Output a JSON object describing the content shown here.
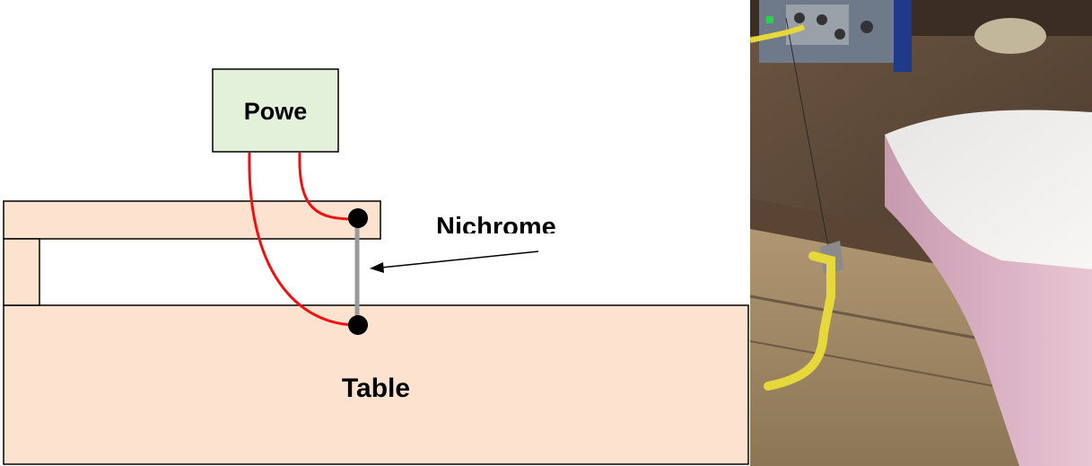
{
  "diagram": {
    "power_label": "Powe",
    "nichrome_label": "Nichrome",
    "table_label": "Table",
    "colors": {
      "wood": "#fde3cf",
      "power_box": "#e3f1da",
      "lead_wire": "#ee1111",
      "nichrome_wire": "#9a9a9a",
      "terminal": "#000000"
    }
  },
  "photo": {
    "subject": "nichrome wire clipped to table edge with foam block"
  }
}
